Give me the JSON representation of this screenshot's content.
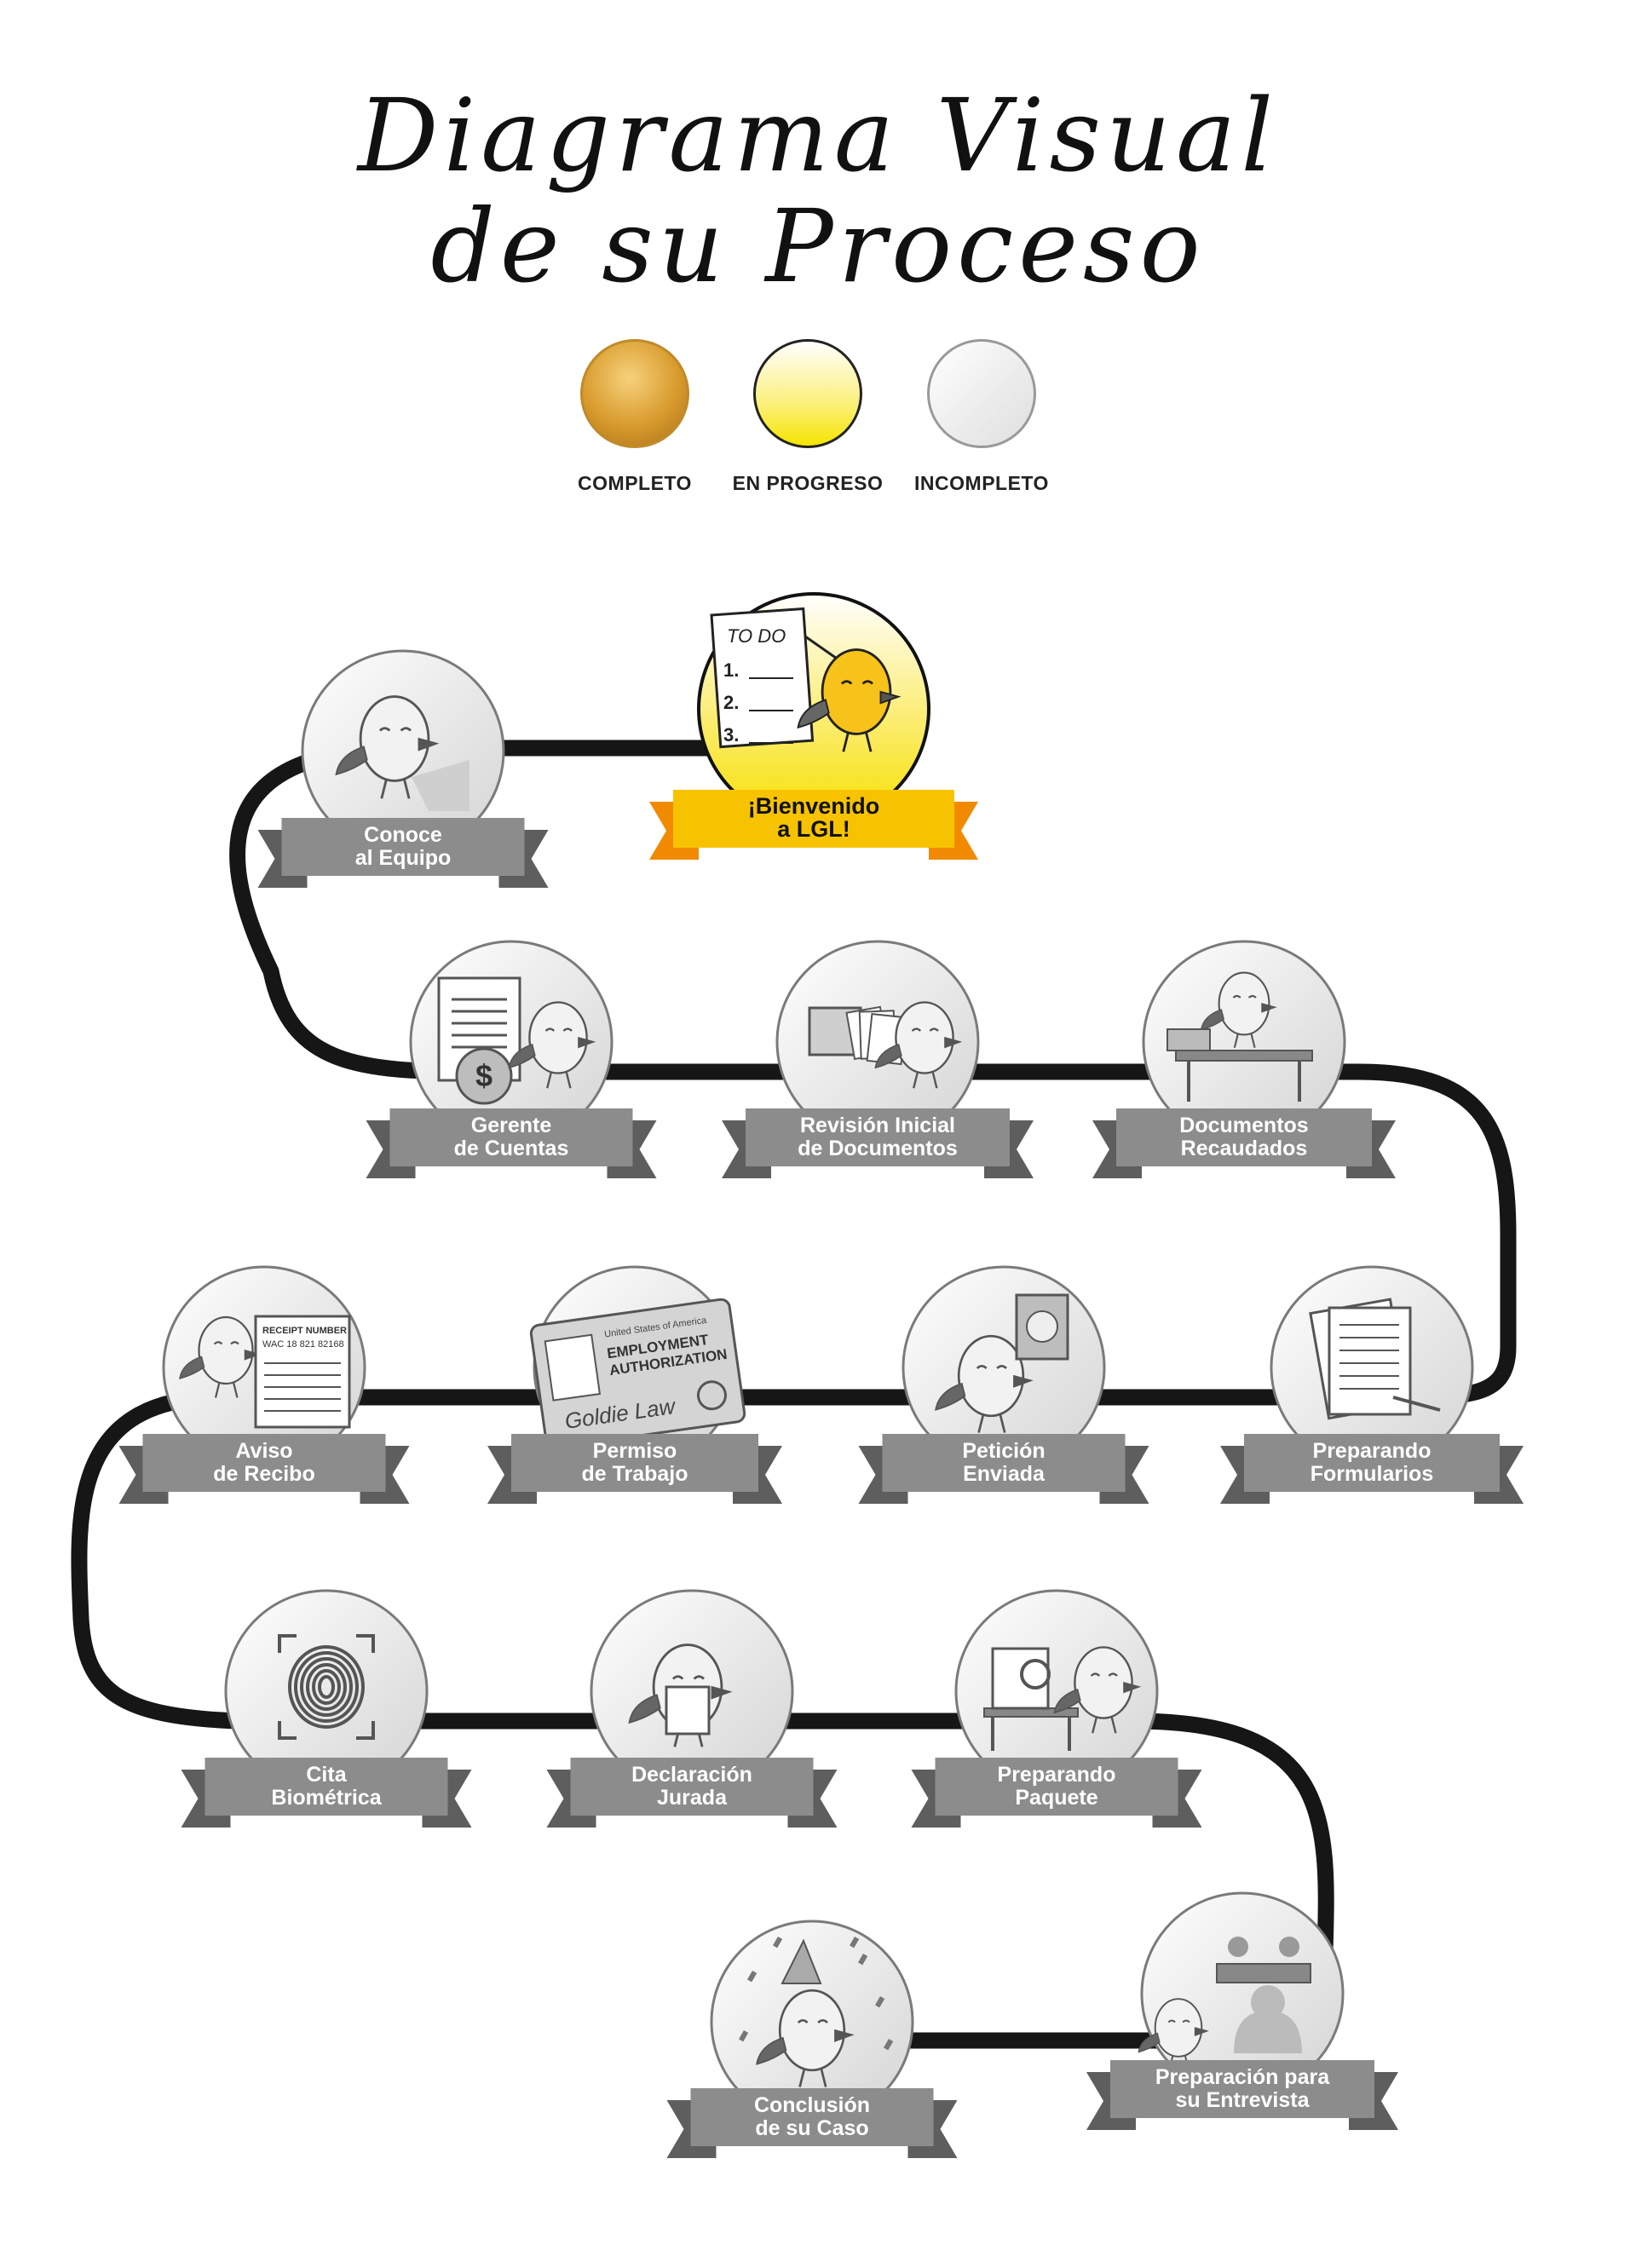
{
  "title": {
    "line1": "Diagrama Visual",
    "line2": "de su Proceso"
  },
  "legend": [
    {
      "status": "complete",
      "label": "COMPLETO"
    },
    {
      "status": "progress",
      "label": "EN PROGRESO"
    },
    {
      "status": "incomplete",
      "label": "INCOMPLETO"
    }
  ],
  "steps": [
    {
      "id": "bienvenido",
      "status": "progress",
      "lines": [
        "¡Bienvenido",
        "a LGL!"
      ]
    },
    {
      "id": "conoce",
      "status": "incomplete",
      "lines": [
        "Conoce",
        "al Equipo"
      ]
    },
    {
      "id": "gerente",
      "status": "incomplete",
      "lines": [
        "Gerente",
        "de Cuentas"
      ]
    },
    {
      "id": "revision",
      "status": "incomplete",
      "lines": [
        "Revisión Inicial",
        "de Documentos"
      ]
    },
    {
      "id": "recaudados",
      "status": "incomplete",
      "lines": [
        "Documentos",
        "Recaudados"
      ]
    },
    {
      "id": "formularios",
      "status": "incomplete",
      "lines": [
        "Preparando",
        "Formularios"
      ]
    },
    {
      "id": "peticion",
      "status": "incomplete",
      "lines": [
        "Petición",
        "Enviada"
      ]
    },
    {
      "id": "permiso",
      "status": "incomplete",
      "lines": [
        "Permiso",
        "de Trabajo"
      ]
    },
    {
      "id": "aviso",
      "status": "incomplete",
      "lines": [
        "Aviso",
        "de Recibo"
      ]
    },
    {
      "id": "biometrica",
      "status": "incomplete",
      "lines": [
        "Cita",
        "Biométrica"
      ]
    },
    {
      "id": "jurada",
      "status": "incomplete",
      "lines": [
        "Declaración",
        "Jurada"
      ]
    },
    {
      "id": "paquete",
      "status": "incomplete",
      "lines": [
        "Preparando",
        "Paquete"
      ]
    },
    {
      "id": "entrevista",
      "status": "incomplete",
      "lines": [
        "Preparación para",
        "su Entrevista"
      ]
    },
    {
      "id": "conclusion",
      "status": "incomplete",
      "lines": [
        "Conclusión",
        "de su Caso"
      ]
    }
  ],
  "illustration_text": {
    "todo_heading": "TO DO",
    "todo_items": [
      "1.",
      "2.",
      "3."
    ],
    "receipt_heading": "RECEIPT NUMBER",
    "receipt_number": "WAC 18 821 82168",
    "card_country": "United States of America",
    "card_title_1": "EMPLOYMENT",
    "card_title_2": "AUTHORIZATION",
    "card_signature": "Goldie Law",
    "dollar_sign": "$"
  },
  "colors": {
    "path": "#161616",
    "ribbon_gray": "#8c8c8c",
    "ribbon_dark": "#5e5e5e",
    "ribbon_yellow": "#f7c300",
    "ribbon_yellow_dark": "#f28a00",
    "circle_gray": "#e6e6e6",
    "circle_yellow": "#fae85a"
  }
}
